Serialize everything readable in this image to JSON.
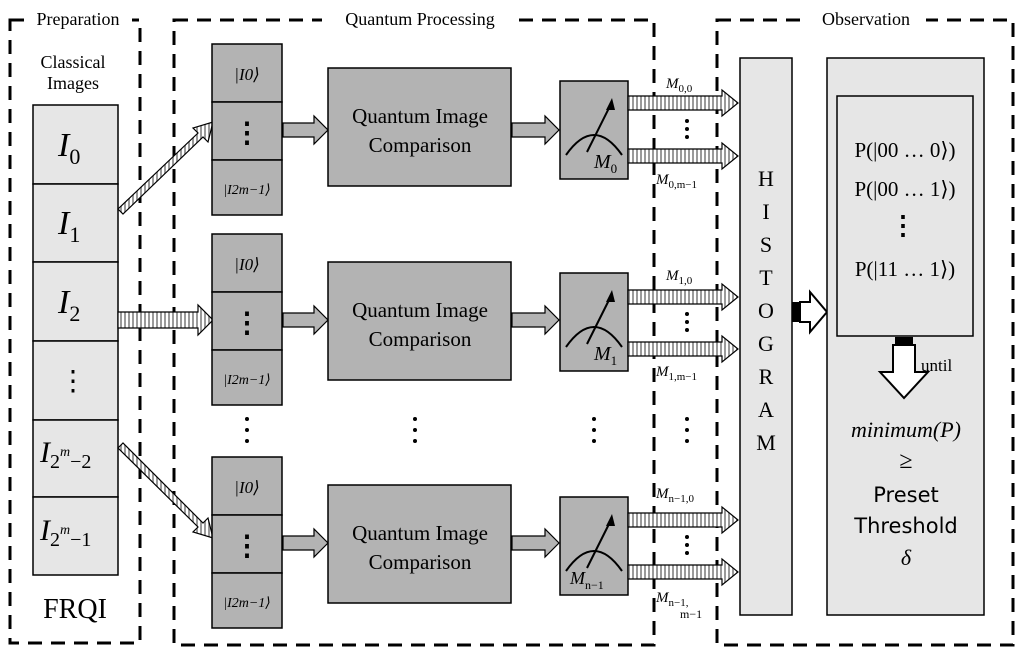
{
  "sections": {
    "preparation": "Preparation",
    "processing": "Quantum Processing",
    "observation": "Observation"
  },
  "classical_images_label": [
    "Classical",
    "Images"
  ],
  "image_stack": [
    {
      "base": "I",
      "sub": "0"
    },
    {
      "base": "I",
      "sub": "1"
    },
    {
      "base": "I",
      "sub": "2"
    },
    {
      "base": "⋮",
      "sub": ""
    },
    {
      "base": "I",
      "sub": "2",
      "subsup": "m",
      "subrest": "−2"
    },
    {
      "base": "I",
      "sub": "2",
      "subsup": "m",
      "subrest": "−1"
    }
  ],
  "frqi_label": "FRQI",
  "register_cells": {
    "first": "|I0⟩",
    "dots": "⋮",
    "last": "|I2m−1⟩"
  },
  "comparison_label": [
    "Quantum Image",
    "Comparison"
  ],
  "meters": [
    {
      "label": "M",
      "sub": "0"
    },
    {
      "label": "M",
      "sub": "1"
    },
    {
      "label": "M",
      "sub": "n−1"
    }
  ],
  "measurement_labels": [
    {
      "top": "M",
      "top_sub": "0,0",
      "bottom": "M",
      "bottom_sub": "0,m−1"
    },
    {
      "top": "M",
      "top_sub": "1,0",
      "bottom": "M",
      "bottom_sub": "1,m−1"
    },
    {
      "top": "M",
      "top_sub": "n−1,0",
      "bottom": "M",
      "bottom_sub": "n−1,",
      "bottom_sub2": "m−1"
    }
  ],
  "histogram_letters": [
    "H",
    "I",
    "S",
    "T",
    "O",
    "G",
    "R",
    "A",
    "M"
  ],
  "probabilities": [
    "P(|00 … 0⟩)",
    "P(|00 … 1⟩)",
    "⋮",
    "P(|11 … 1⟩)"
  ],
  "until_label": "until",
  "condition": {
    "line1": "minimum(P)",
    "line2": "≥",
    "line3": "Preset",
    "line4": "Threshold",
    "line5": "δ"
  },
  "colors": {
    "box_fill": "#b3b3b3",
    "light_fill": "#e6e6e6",
    "stroke": "#000000"
  }
}
